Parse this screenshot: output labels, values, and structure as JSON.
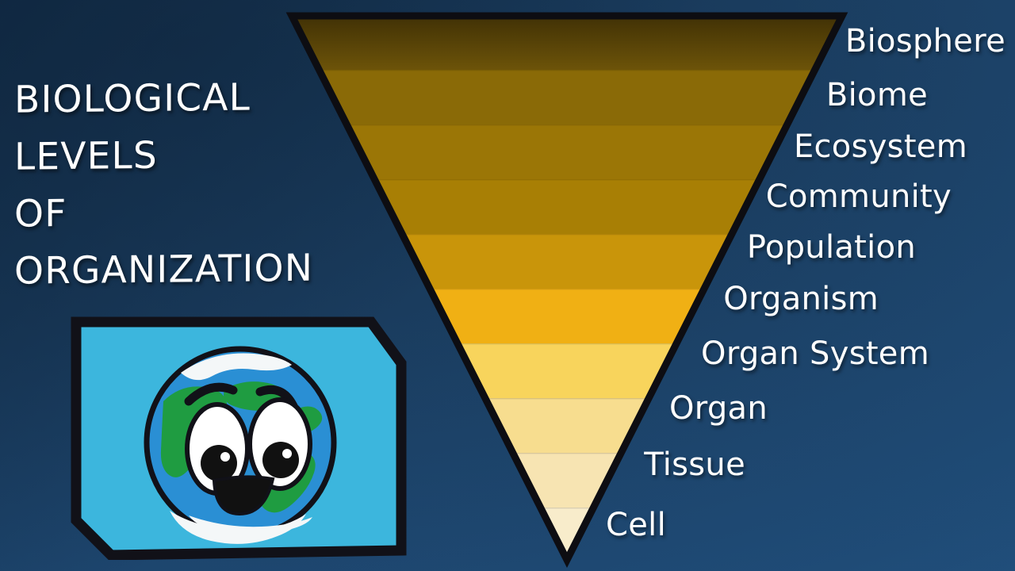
{
  "slide": {
    "title_lines": [
      "BIOLOGICAL",
      "LEVELS",
      "OF",
      "ORGANIZATION"
    ],
    "title_text": "BIOLOGICAL LEVELS OF ORGANIZATION",
    "background_color_top": "#163452",
    "background_color_bottom": "#21507e",
    "text_color": "#ffffff"
  },
  "funnel": {
    "shape": "inverted-triangle",
    "outline_color": "#0d0d12",
    "levels": [
      {
        "label": "Biosphere",
        "rank": 1,
        "color": "#5e4708"
      },
      {
        "label": "Biome",
        "rank": 2,
        "color": "#8a6a07"
      },
      {
        "label": "Ecosystem",
        "rank": 3,
        "color": "#9b7606"
      },
      {
        "label": "Community",
        "rank": 4,
        "color": "#a87f05"
      },
      {
        "label": "Population",
        "rank": 5,
        "color": "#c9950a"
      },
      {
        "label": "Organism",
        "rank": 6,
        "color": "#f0b014"
      },
      {
        "label": "Organ System",
        "rank": 7,
        "color": "#f8d45c"
      },
      {
        "label": "Organ",
        "rank": 8,
        "color": "#f7dd8f"
      },
      {
        "label": "Tissue",
        "rank": 9,
        "color": "#f7e4b2"
      },
      {
        "label": "Cell",
        "rank": 10,
        "color": "#f8eccb"
      }
    ]
  },
  "earth_graphic": {
    "name": "smiling-earth-cartoon",
    "panel_color": "#3cb6dd",
    "panel_border_color": "#111118",
    "ocean_color": "#2a8fd4",
    "land_color": "#1f9c41",
    "ice_color": "#f4f7f8",
    "eye_white": "#ffffff",
    "pupil_color": "#111111",
    "mouth_color": "#111111"
  }
}
